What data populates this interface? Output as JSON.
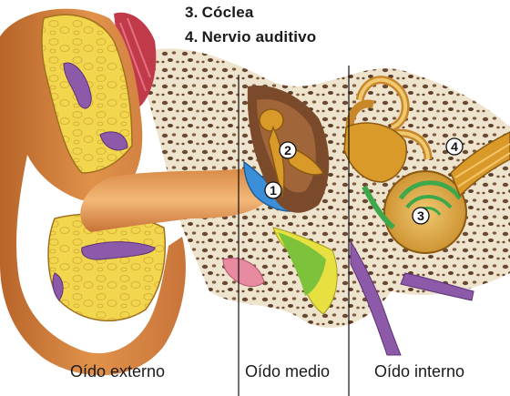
{
  "legend": [
    {
      "number": "3.",
      "text": "Cóclea"
    },
    {
      "number": "4.",
      "text": "Nervio auditivo"
    }
  ],
  "regions": {
    "outer": "Oído externo",
    "middle": "Oído medio",
    "inner": "Oído interno"
  },
  "markers": [
    "1",
    "2",
    "3",
    "4"
  ],
  "colors": {
    "skin": "#d9853b",
    "skin_dark": "#a85a24",
    "cartilage": "#f0d24a",
    "bone": "#e8dcc4",
    "muscle": "#c03a4a",
    "nerve_purple": "#8c5aa8",
    "eardrum": "#3a8fd8",
    "ossicle": "#d99a2a",
    "cochlea_green": "#3fa84a",
    "tube_pink": "#e88aa0",
    "tube_yellow": "#e8e040",
    "tube_green": "#7cc23a"
  }
}
